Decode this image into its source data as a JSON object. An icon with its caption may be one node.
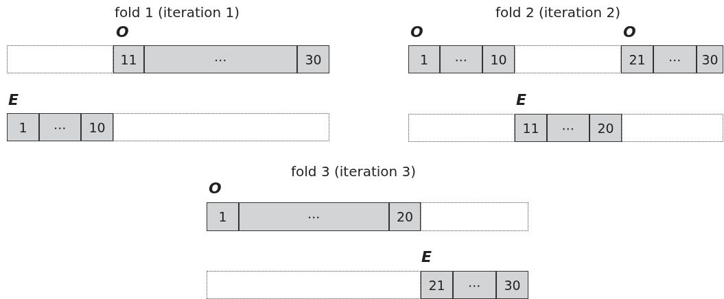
{
  "diagram": {
    "nodes": [
      {
        "text": [],
        "shape": "box"
      },
      {
        "text": [
          "11"
        ]
      },
      {
        "text": [
          "⋯"
        ]
      },
      {
        "text": [
          "30"
        ]
      },
      {
        "text": [
          "1"
        ]
      },
      {
        "text": [
          "⋯"
        ]
      },
      {
        "text": [
          "10"
        ]
      },
      {
        "text": [],
        "shape": "box"
      },
      {
        "text": [
          "1"
        ]
      },
      {
        "text": [
          "⋯"
        ]
      },
      {
        "text": [
          "10"
        ]
      },
      {
        "text": [],
        "shape": "box"
      },
      {
        "text": [
          "21"
        ]
      },
      {
        "text": [
          "⋯"
        ]
      },
      {
        "text": [
          "30"
        ]
      },
      {
        "text": [],
        "shape": "box"
      },
      {
        "text": [
          "11"
        ]
      },
      {
        "text": [
          "⋯"
        ]
      },
      {
        "text": [
          "20"
        ]
      },
      {
        "text": [],
        "shape": "box"
      },
      {
        "text": [
          "1"
        ]
      },
      {
        "text": [
          "⋯"
        ]
      },
      {
        "text": [
          "20"
        ]
      },
      {
        "text": [],
        "shape": "box"
      },
      {
        "text": [],
        "shape": "box"
      },
      {
        "text": [
          "21"
        ]
      },
      {
        "text": [
          "⋯"
        ]
      },
      {
        "text": [
          "30"
        ]
      }
    ],
    "labels": [
      "fold 1 (iteration 1)",
      "fold 2 (iteration 2)",
      "O",
      "O",
      "O",
      "E",
      "E",
      "fold 3 (iteration 3)",
      "O",
      "E"
    ]
  }
}
